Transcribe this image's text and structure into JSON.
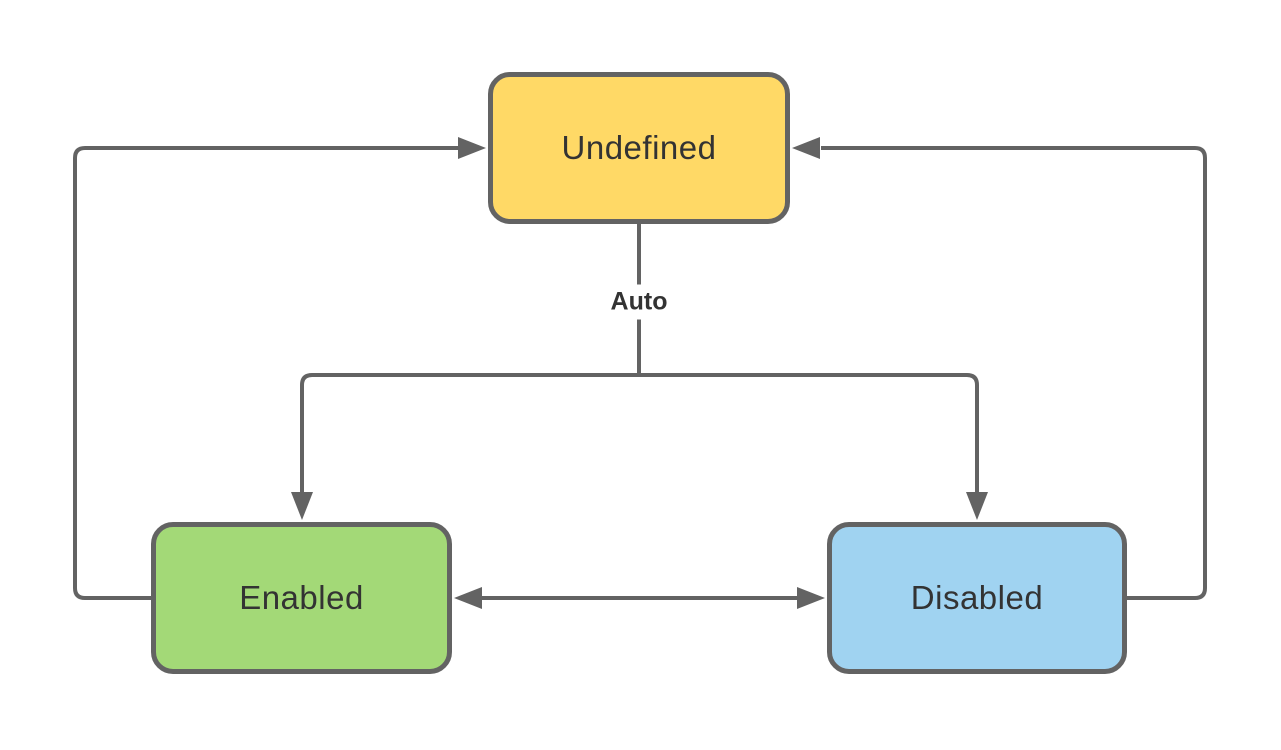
{
  "diagram": {
    "type": "state-diagram",
    "nodes": [
      {
        "id": "undefined",
        "label": "Undefined",
        "fill": "#FFD966",
        "position": "top-center"
      },
      {
        "id": "enabled",
        "label": "Enabled",
        "fill": "#A3D977",
        "position": "bottom-left"
      },
      {
        "id": "disabled",
        "label": "Disabled",
        "fill": "#A0D3F1",
        "position": "bottom-right"
      }
    ],
    "edges": [
      {
        "from": "Undefined",
        "to": "Enabled",
        "label": "Auto",
        "style": "branch-down"
      },
      {
        "from": "Undefined",
        "to": "Disabled",
        "label": "Auto",
        "style": "branch-down"
      },
      {
        "from": "Enabled",
        "to": "Undefined",
        "label": "",
        "style": "left-return"
      },
      {
        "from": "Disabled",
        "to": "Undefined",
        "label": "",
        "style": "right-return"
      },
      {
        "from": "Enabled",
        "to": "Disabled",
        "label": "",
        "style": "bidirectional"
      }
    ],
    "auto_label": "Auto",
    "colors": {
      "background": "#ffffff",
      "edge": "#636363",
      "node_border": "#636363",
      "text": "#333333"
    }
  }
}
